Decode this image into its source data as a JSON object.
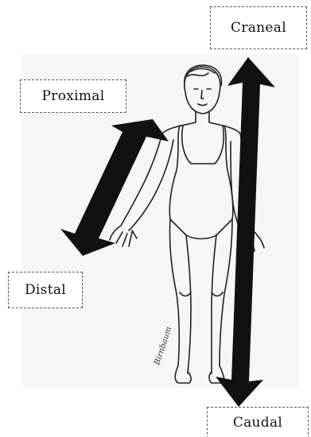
{
  "labels": {
    "craneal": "Craneal",
    "proximal": "Proximal",
    "distal": "Distal",
    "caudal": "Caudal"
  },
  "signature": "Birnbaum",
  "colors": {
    "arrow": "#111111",
    "outline": "#222222",
    "background": "#ffffff",
    "panel": "#f6f6f4"
  }
}
